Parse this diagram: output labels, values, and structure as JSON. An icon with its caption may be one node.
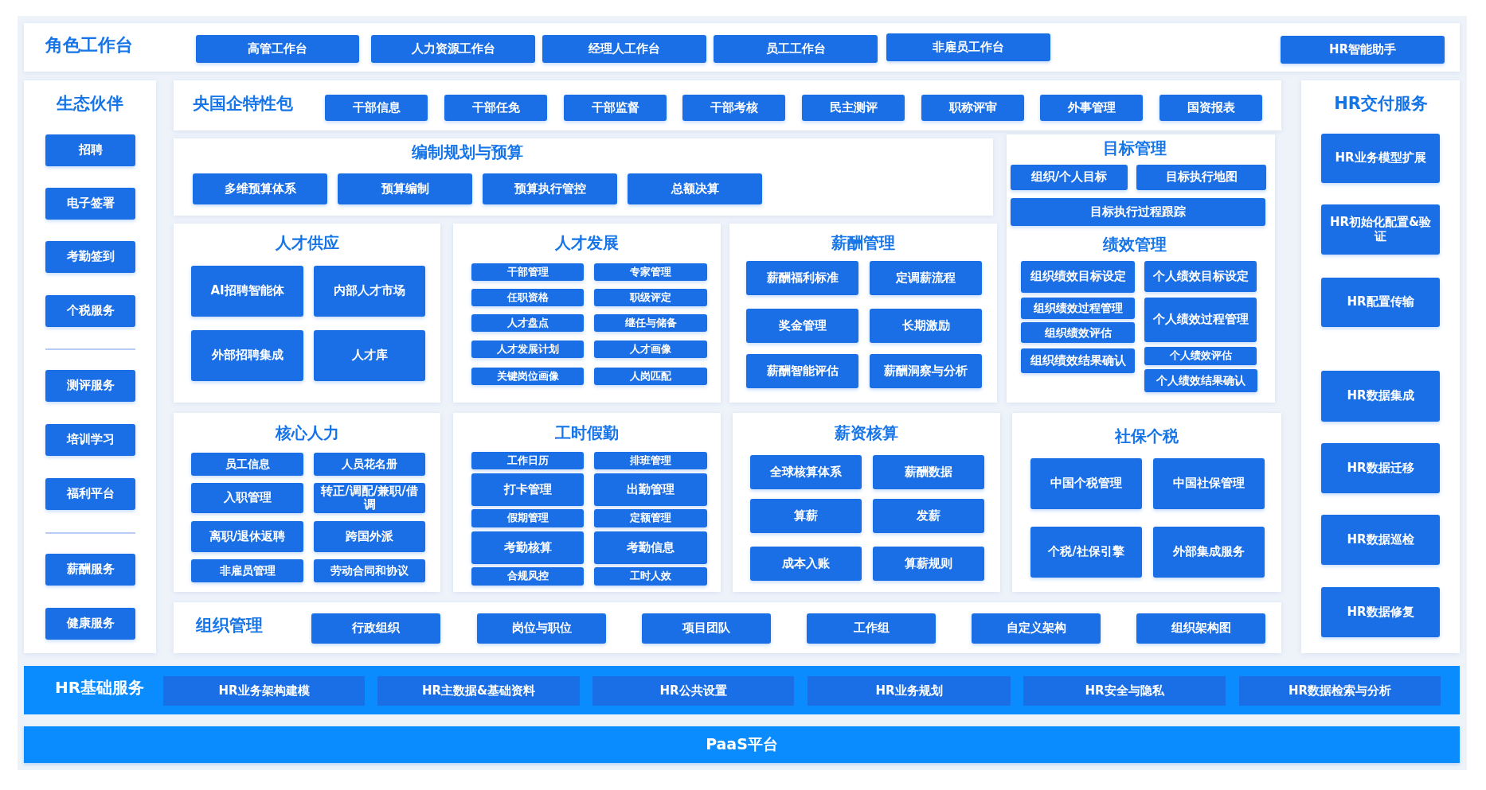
{
  "diagram": {
    "nodes": [
      {
        "text": [
          "角色工作台"
        ]
      },
      {
        "text": [
          "高管工作台"
        ],
        "in": 0
      },
      {
        "text": [
          "人力资源工作台"
        ],
        "in": 0
      },
      {
        "text": [
          "经理人工作台"
        ],
        "in": 0
      },
      {
        "text": [
          "员工工作台"
        ],
        "in": 0
      },
      {
        "text": [
          "非雇员工作台"
        ],
        "in": 0
      },
      {
        "text": [
          "HR智能助手"
        ],
        "in": 0
      },
      {
        "text": [
          "生态伙伴"
        ]
      },
      {
        "text": [
          "招聘"
        ],
        "in": 7
      },
      {
        "text": [
          "电子签署"
        ],
        "in": 7
      },
      {
        "text": [
          "考勤签到"
        ],
        "in": 7
      },
      {
        "text": [
          "个税服务"
        ],
        "in": 7
      },
      {
        "text": [
          "测评服务"
        ],
        "in": 7
      },
      {
        "text": [
          "培训学习"
        ],
        "in": 7
      },
      {
        "text": [
          "福利平台"
        ],
        "in": 7
      },
      {
        "text": [
          "薪酬服务"
        ],
        "in": 7
      },
      {
        "text": [
          "健康服务"
        ],
        "in": 7
      },
      {
        "text": [
          "央国企特性包"
        ]
      },
      {
        "text": [
          "干部信息"
        ],
        "in": 17
      },
      {
        "text": [
          "干部任免"
        ],
        "in": 17
      },
      {
        "text": [
          "干部监督"
        ],
        "in": 17
      },
      {
        "text": [
          "干部考核"
        ],
        "in": 17
      },
      {
        "text": [
          "民主测评"
        ],
        "in": 17
      },
      {
        "text": [
          "职称评审"
        ],
        "in": 17
      },
      {
        "text": [
          "外事管理"
        ],
        "in": 17
      },
      {
        "text": [
          "国资报表"
        ],
        "in": 17
      },
      {
        "text": [
          "编制规划与预算"
        ]
      },
      {
        "text": [
          "多维预算体系"
        ],
        "in": 26
      },
      {
        "text": [
          "预算编制"
        ],
        "in": 26
      },
      {
        "text": [
          "预算执行管控"
        ],
        "in": 26
      },
      {
        "text": [
          "总额决算"
        ],
        "in": 26
      },
      {
        "text": [
          "目标管理",
          "绩效管理"
        ]
      },
      {
        "text": [
          "组织/个人目标"
        ],
        "in": 31
      },
      {
        "text": [
          "目标执行地图"
        ],
        "in": 31
      },
      {
        "text": [
          "目标执行过程跟踪"
        ],
        "in": 31
      },
      {
        "text": [
          "组织绩效目标设定"
        ],
        "in": 31
      },
      {
        "text": [
          "个人绩效目标设定"
        ],
        "in": 31
      },
      {
        "text": [
          "组织绩效过程管理"
        ],
        "in": 31
      },
      {
        "text": [
          "个人绩效过程管理"
        ],
        "in": 31
      },
      {
        "text": [
          "组织绩效评估"
        ],
        "in": 31
      },
      {
        "text": [
          "组织绩效结果确认"
        ],
        "in": 31
      },
      {
        "text": [
          "个人绩效评估"
        ],
        "in": 31
      },
      {
        "text": [
          "个人绩效结果确认"
        ],
        "in": 31
      },
      {
        "text": [
          "人才供应"
        ]
      },
      {
        "text": [
          "AI招聘智能体"
        ],
        "in": 43
      },
      {
        "text": [
          "内部人才市场"
        ],
        "in": 43
      },
      {
        "text": [
          "外部招聘集成"
        ],
        "in": 43
      },
      {
        "text": [
          "人才库"
        ],
        "in": 43
      },
      {
        "text": [
          "人才发展"
        ]
      },
      {
        "text": [
          "干部管理"
        ],
        "in": 48
      },
      {
        "text": [
          "专家管理"
        ],
        "in": 48
      },
      {
        "text": [
          "任职资格"
        ],
        "in": 48
      },
      {
        "text": [
          "职级评定"
        ],
        "in": 48
      },
      {
        "text": [
          "人才盘点"
        ],
        "in": 48
      },
      {
        "text": [
          "继任与储备"
        ],
        "in": 48
      },
      {
        "text": [
          "人才发展计划"
        ],
        "in": 48
      },
      {
        "text": [
          "人才画像"
        ],
        "in": 48
      },
      {
        "text": [
          "关键岗位画像"
        ],
        "in": 48
      },
      {
        "text": [
          "人岗匹配"
        ],
        "in": 48
      },
      {
        "text": [
          "薪酬管理"
        ]
      },
      {
        "text": [
          "薪酬福利标准"
        ],
        "in": 59
      },
      {
        "text": [
          "定调薪流程"
        ],
        "in": 59
      },
      {
        "text": [
          "奖金管理"
        ],
        "in": 59
      },
      {
        "text": [
          "长期激励"
        ],
        "in": 59
      },
      {
        "text": [
          "薪酬智能评估"
        ],
        "in": 59
      },
      {
        "text": [
          "薪酬洞察与分析"
        ],
        "in": 59
      },
      {
        "text": [
          "核心人力"
        ]
      },
      {
        "text": [
          "员工信息"
        ],
        "in": 66
      },
      {
        "text": [
          "人员花名册"
        ],
        "in": 66
      },
      {
        "text": [
          "入职管理"
        ],
        "in": 66
      },
      {
        "text": [
          "转正/调配/兼职/借调"
        ],
        "in": 66
      },
      {
        "text": [
          "离职/退休返聘"
        ],
        "in": 66
      },
      {
        "text": [
          "跨国外派"
        ],
        "in": 66
      },
      {
        "text": [
          "非雇员管理"
        ],
        "in": 66
      },
      {
        "text": [
          "劳动合同和协议"
        ],
        "in": 66
      },
      {
        "text": [
          "工时假勤"
        ]
      },
      {
        "text": [
          "工作日历"
        ],
        "in": 75
      },
      {
        "text": [
          "排班管理"
        ],
        "in": 75
      },
      {
        "text": [
          "打卡管理"
        ],
        "in": 75
      },
      {
        "text": [
          "出勤管理"
        ],
        "in": 75
      },
      {
        "text": [
          "假期管理"
        ],
        "in": 75
      },
      {
        "text": [
          "定额管理"
        ],
        "in": 75
      },
      {
        "text": [
          "考勤核算"
        ],
        "in": 75
      },
      {
        "text": [
          "考勤信息"
        ],
        "in": 75
      },
      {
        "text": [
          "合规风控"
        ],
        "in": 75
      },
      {
        "text": [
          "工时人效"
        ],
        "in": 75
      },
      {
        "text": [
          "薪资核算"
        ]
      },
      {
        "text": [
          "全球核算体系"
        ],
        "in": 86
      },
      {
        "text": [
          "薪酬数据"
        ],
        "in": 86
      },
      {
        "text": [
          "算薪"
        ],
        "in": 86
      },
      {
        "text": [
          "发薪"
        ],
        "in": 86
      },
      {
        "text": [
          "成本入账"
        ],
        "in": 86
      },
      {
        "text": [
          "算薪规则"
        ],
        "in": 86
      },
      {
        "text": [
          "社保个税"
        ]
      },
      {
        "text": [
          "中国个税管理"
        ],
        "in": 93
      },
      {
        "text": [
          "中国社保管理"
        ],
        "in": 93
      },
      {
        "text": [
          "个税/社保引擎"
        ],
        "in": 93
      },
      {
        "text": [
          "外部集成服务"
        ],
        "in": 93
      },
      {
        "text": [
          "组织管理"
        ]
      },
      {
        "text": [
          "行政组织"
        ],
        "in": 98
      },
      {
        "text": [
          "岗位与职位"
        ],
        "in": 98
      },
      {
        "text": [
          "项目团队"
        ],
        "in": 98
      },
      {
        "text": [
          "工作组"
        ],
        "in": 98
      },
      {
        "text": [
          "自定义架构"
        ],
        "in": 98
      },
      {
        "text": [
          "组织架构图"
        ],
        "in": 98
      },
      {
        "text": [
          "HR交付服务"
        ]
      },
      {
        "text": [
          "HR业务模型扩展"
        ],
        "in": 105
      },
      {
        "text": [
          "HR初始化配置&验证"
        ],
        "in": 105
      },
      {
        "text": [
          "HR配置传输"
        ],
        "in": 105
      },
      {
        "text": [
          "HR数据集成"
        ],
        "in": 105
      },
      {
        "text": [
          "HR数据迁移"
        ],
        "in": 105
      },
      {
        "text": [
          "HR数据巡检"
        ],
        "in": 105
      },
      {
        "text": [
          "HR数据修复"
        ],
        "in": 105
      },
      {
        "text": [
          "HR基础服务"
        ]
      },
      {
        "text": [
          "HR业务架构建模"
        ],
        "in": 113
      },
      {
        "text": [
          "HR主数据&基础资料"
        ],
        "in": 113
      },
      {
        "text": [
          "HR公共设置"
        ],
        "in": 113
      },
      {
        "text": [
          "HR业务规划"
        ],
        "in": 113
      },
      {
        "text": [
          "HR安全与隐私"
        ],
        "in": 113
      },
      {
        "text": [
          "HR数据检索与分析"
        ],
        "in": 113
      },
      {
        "text": [
          "PaaS平台"
        ]
      }
    ],
    "edges": []
  }
}
